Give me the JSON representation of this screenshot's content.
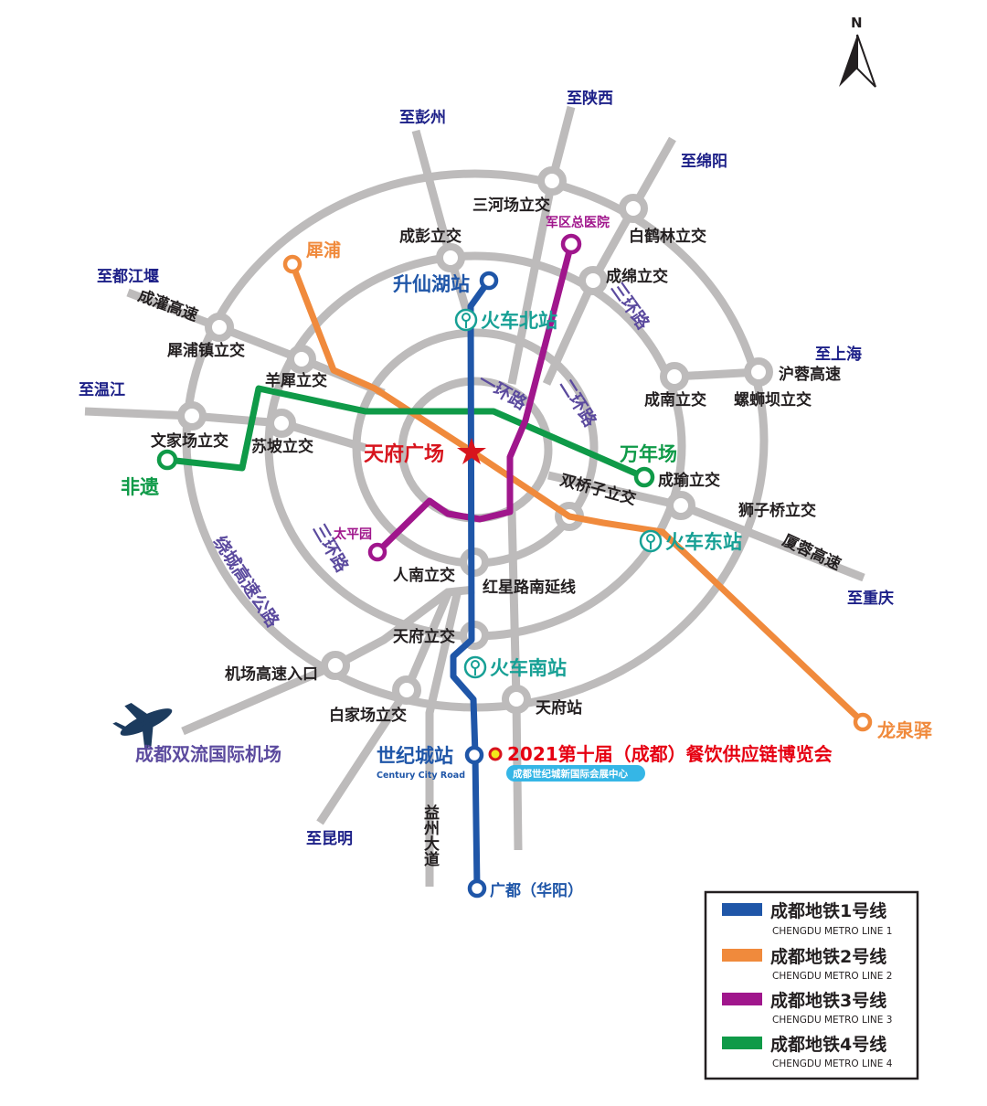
{
  "compass": {
    "north_label": "N"
  },
  "destinations": {
    "pengzhou": "至彭州",
    "shaanxi": "至陕西",
    "mianyang": "至绵阳",
    "dujiangyan": "至都江堰",
    "wenjiang": "至温江",
    "shanghai": "至上海",
    "chongqing": "至重庆",
    "kunming": "至昆明"
  },
  "interchanges": {
    "sanhechang": "三河场立交",
    "baihelin": "白鹤林立交",
    "chengpeng": "成彭立交",
    "chengmian": "成绵立交",
    "pixianzhen": "犀浦镇立交",
    "yangxi": "羊犀立交",
    "wenjiachang": "文家场立交",
    "supo": "苏坡立交",
    "chengnan": "成南立交",
    "luoshiba": "螺蛳坝立交",
    "chengyu": "成瑜立交",
    "shiziqiao": "狮子桥立交",
    "shuangqiaozi": "双桥子立交",
    "rennan": "人南立交",
    "tianfu": "天府立交",
    "airport_entry": "机场高速入口",
    "baijiachang": "白家场立交",
    "tianfu_station": "天府站"
  },
  "roads": {
    "chengguan": "成灌高速",
    "hurong": "沪蓉高速",
    "xiarong": "厦蓉高速",
    "ring1": "一环路",
    "ring2": "二环路",
    "ring3_ne": "三环路",
    "ring3_sw": "三环路",
    "ring_expressway": "绕城高速公路",
    "hongxing": "红星路南延线",
    "yizhou": "益州大道"
  },
  "stations": {
    "shengxianhu": "升仙湖站",
    "xipu": "犀浦",
    "junqu": "军区总医院",
    "feiyi": "非遗",
    "wannianchang": "万年场",
    "taipingyuan": "太平园",
    "longquanyi": "龙泉驿",
    "guangdu": "广都（华阳）",
    "tianfu_square": "天府广场",
    "shijicheng": "世纪城站",
    "shijicheng_en": "Century City Road"
  },
  "rail_stations": {
    "north": "火车北站",
    "east": "火车东站",
    "south": "火车南站"
  },
  "airport": {
    "label": "成都双流国际机场"
  },
  "expo": {
    "title": "2021第十届（成都）餐饮供应链博览会",
    "venue": "成都世纪城新国际会展中心"
  },
  "legend": [
    {
      "title": "成都地铁1号线",
      "subtitle": "CHENGDU METRO LINE 1",
      "color": "#1f56a8"
    },
    {
      "title": "成都地铁2号线",
      "subtitle": "CHENGDU METRO LINE 2",
      "color": "#f08a3c"
    },
    {
      "title": "成都地铁3号线",
      "subtitle": "CHENGDU METRO LINE 3",
      "color": "#a0168c"
    },
    {
      "title": "成都地铁4号线",
      "subtitle": "CHENGDU METRO LINE 4",
      "color": "#0f9a48"
    }
  ]
}
